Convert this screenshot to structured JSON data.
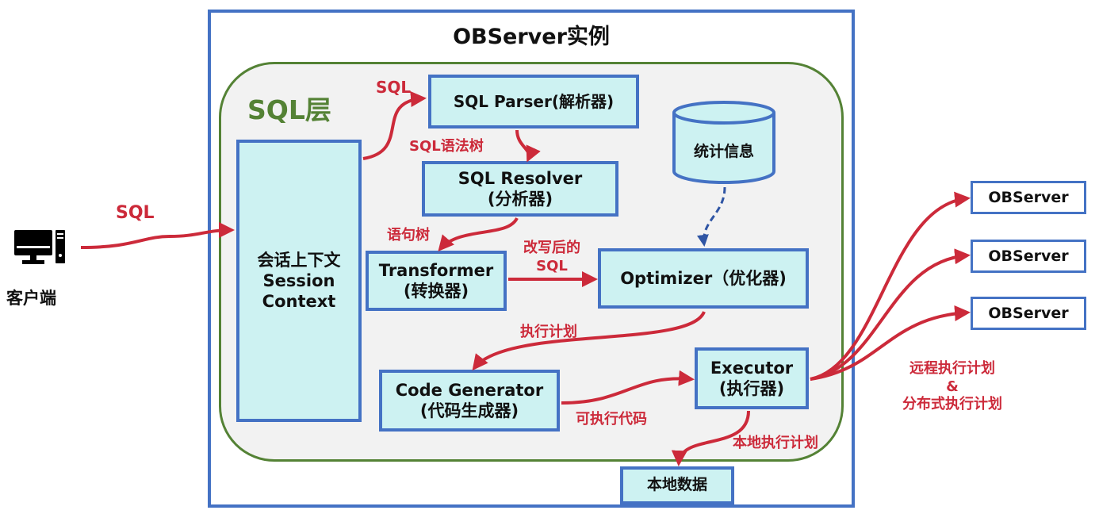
{
  "client": {
    "label": "客户端"
  },
  "instance": {
    "title": "OBServer实例"
  },
  "sql_layer": {
    "title": "SQL层"
  },
  "boxes": {
    "session": {
      "line1": "会话上下文",
      "line2": "Session",
      "line3": "Context"
    },
    "parser": {
      "label": "SQL Parser(解析器)"
    },
    "resolver": {
      "line1": "SQL Resolver",
      "line2": "(分析器)"
    },
    "transformer": {
      "line1": "Transformer",
      "line2": "(转换器)"
    },
    "optimizer": {
      "label": "Optimizer（优化器)"
    },
    "stats": {
      "label": "统计信息"
    },
    "codegen": {
      "line1": "Code Generator",
      "line2": "(代码生成器)"
    },
    "executor": {
      "line1": "Executor",
      "line2": "(执行器)"
    },
    "local_data": {
      "label": "本地数据"
    }
  },
  "remote_servers": [
    "OBServer",
    "OBServer",
    "OBServer"
  ],
  "arrow_labels": {
    "client_sql": "SQL",
    "parser_sql": "SQL",
    "syntax_tree": "SQL语法树",
    "statement_tree": "语句树",
    "rewritten_line1": "改写后的",
    "rewritten_line2": "SQL",
    "exec_plan": "执行计划",
    "exec_code": "可执行代码",
    "local_plan": "本地执行计划",
    "remote_line1": "远程执行计划",
    "remote_line2": "&",
    "remote_line3": "分布式执行计划"
  },
  "colors": {
    "box_fill": "#cdf2f2",
    "box_border": "#4472c4",
    "sql_layer_border": "#548235",
    "sql_layer_title": "#548235",
    "arrow": "#cc2a3a",
    "dashed_arrow": "#2f55a4"
  },
  "icons": {
    "client": "computer-icon",
    "stats": "database-cylinder-icon"
  }
}
